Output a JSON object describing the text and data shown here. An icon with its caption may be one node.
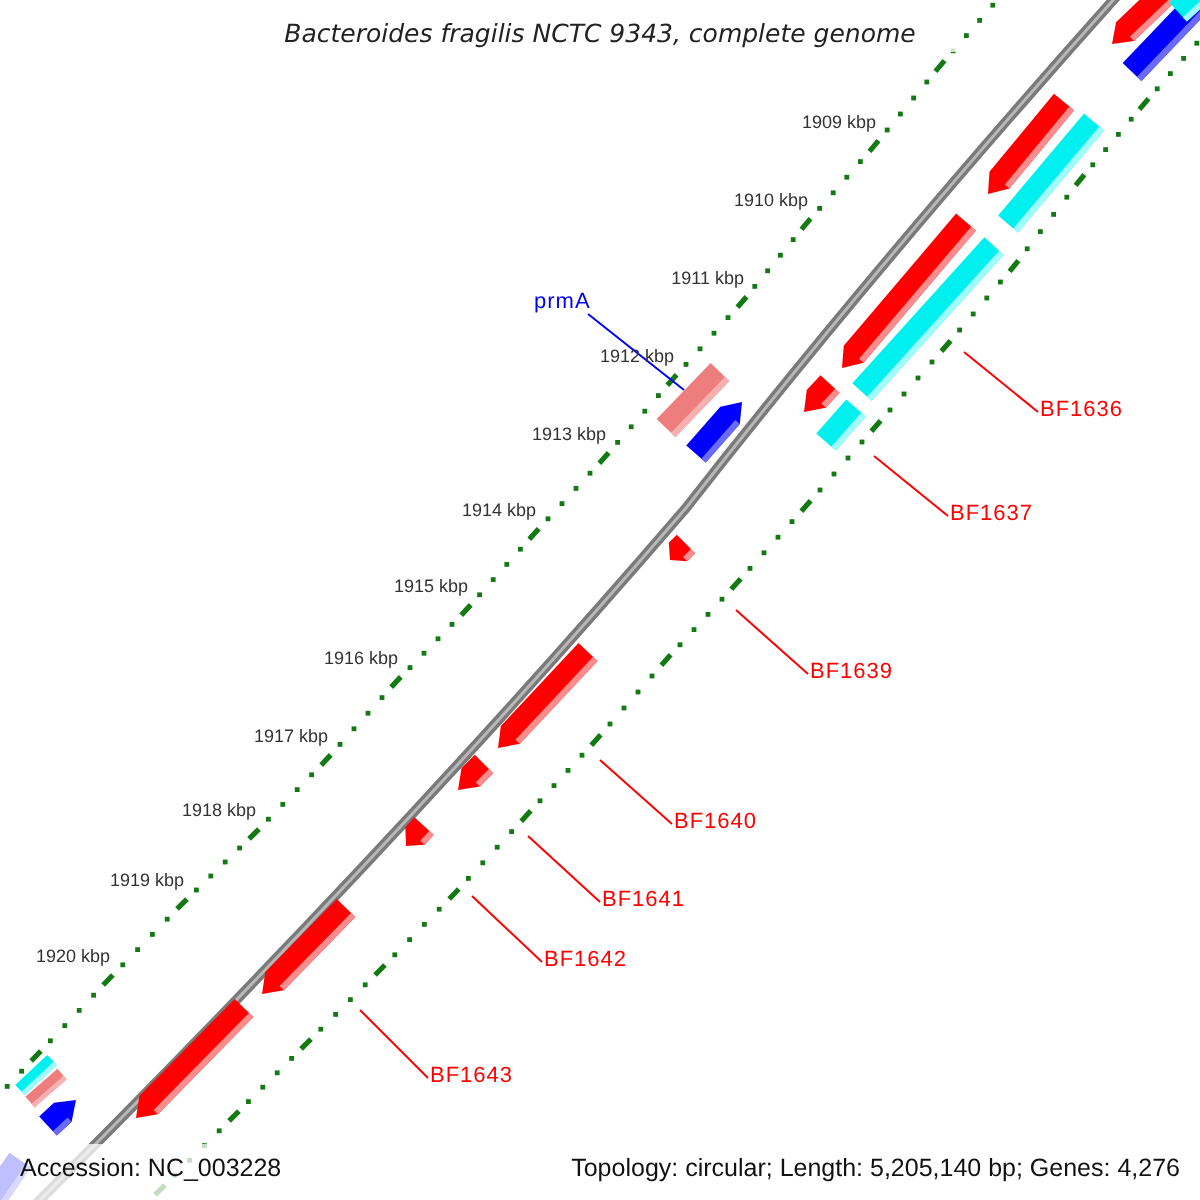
{
  "diagram": {
    "title": "Bacteroides fragilis NCTC 9343, complete genome",
    "nodes": [
      {
        "text": [
          "prmA"
        ]
      },
      {
        "text": [],
        "shape": "bar"
      },
      {
        "text": [
          "BF1636"
        ]
      },
      {
        "text": [
          "BF1637"
        ]
      },
      {
        "text": [
          "BF1639"
        ]
      },
      {
        "text": [
          "BF1640"
        ]
      },
      {
        "text": [
          "BF1641"
        ]
      },
      {
        "text": [
          "BF1642"
        ]
      },
      {
        "text": [
          "BF1643"
        ]
      }
    ],
    "edges": [
      {
        "from": 0,
        "to": 1,
        "arrow": "none",
        "color": "#0000ff"
      },
      {
        "from": 2,
        "to": null,
        "arrow": "none"
      },
      {
        "from": 3,
        "to": null,
        "arrow": "none"
      },
      {
        "from": 4,
        "to": null,
        "arrow": "none"
      },
      {
        "from": 5,
        "to": null,
        "arrow": "none"
      },
      {
        "from": 6,
        "to": null,
        "arrow": "none"
      },
      {
        "from": 7,
        "to": null,
        "arrow": "none"
      },
      {
        "from": 8,
        "to": null,
        "arrow": "none"
      }
    ],
    "labels": [
      "1909 kbp",
      "1910 kbp",
      "1911 kbp",
      "1912 kbp",
      "1913 kbp",
      "1914 kbp",
      "1915 kbp",
      "1916 kbp",
      "1917 kbp",
      "1918 kbp",
      "1919 kbp",
      "1920 kbp",
      "Accession: NC_003228",
      "Topology: circular; Length: 5,205,140 bp; Genes: 4,276"
    ]
  }
}
